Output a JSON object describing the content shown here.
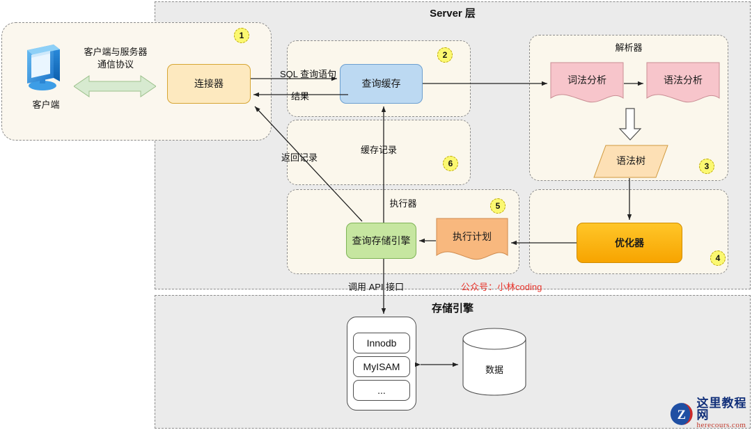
{
  "panels": {
    "server": {
      "title": "Server 层"
    },
    "storage": {
      "title": "存储引擎"
    }
  },
  "groups": {
    "client": {
      "badge": "1"
    },
    "cache": {
      "badge": "2"
    },
    "parser": {
      "title": "解析器",
      "badge": "3"
    },
    "optimizer": {
      "badge": "4"
    },
    "executor": {
      "title": "执行器",
      "badge": "5"
    },
    "record": {
      "badge": "6"
    }
  },
  "nodes": {
    "client_label": "客户端",
    "connector": "连接器",
    "query_cache": "查询缓存",
    "lexical": "词法分析",
    "syntax": "语法分析",
    "syntax_tree": "语法树",
    "optimizer": "优化器",
    "exec_plan": "执行计划",
    "query_storage_engine": "查询存储引擎",
    "innodb": "Innodb",
    "myisam": "MyISAM",
    "more": "...",
    "data": "数据"
  },
  "edge_labels": {
    "protocol": "客户端与服务器\n通信协议",
    "protocol_line1": "客户端与服务器",
    "protocol_line2": "通信协议",
    "sql_query": "SQL 查询语句",
    "result": "结果",
    "return_record": "返回记录",
    "cache_record": "缓存记录",
    "call_api": "调用 API 接口"
  },
  "annotations": {
    "wechat": "公众号：小林coding"
  },
  "watermark": {
    "logo_letter": "Z",
    "cn": "这里教程网",
    "en": "herecours.com"
  },
  "colors": {
    "panel_bg": "#ebebeb",
    "group_bg": "#fbf7ec",
    "badge": "#fbf871",
    "connector": "#fde9bf",
    "cache": "#bcd9f2",
    "engine": "#c6e6a0",
    "optimizer": "#ffc629",
    "doc_pink": "#f7c5cb",
    "doc_orange": "#f8b87e",
    "parallelogram": "#fde0b5",
    "arrow_green": "#d7ead0",
    "annotation_red": "#e8352c"
  }
}
